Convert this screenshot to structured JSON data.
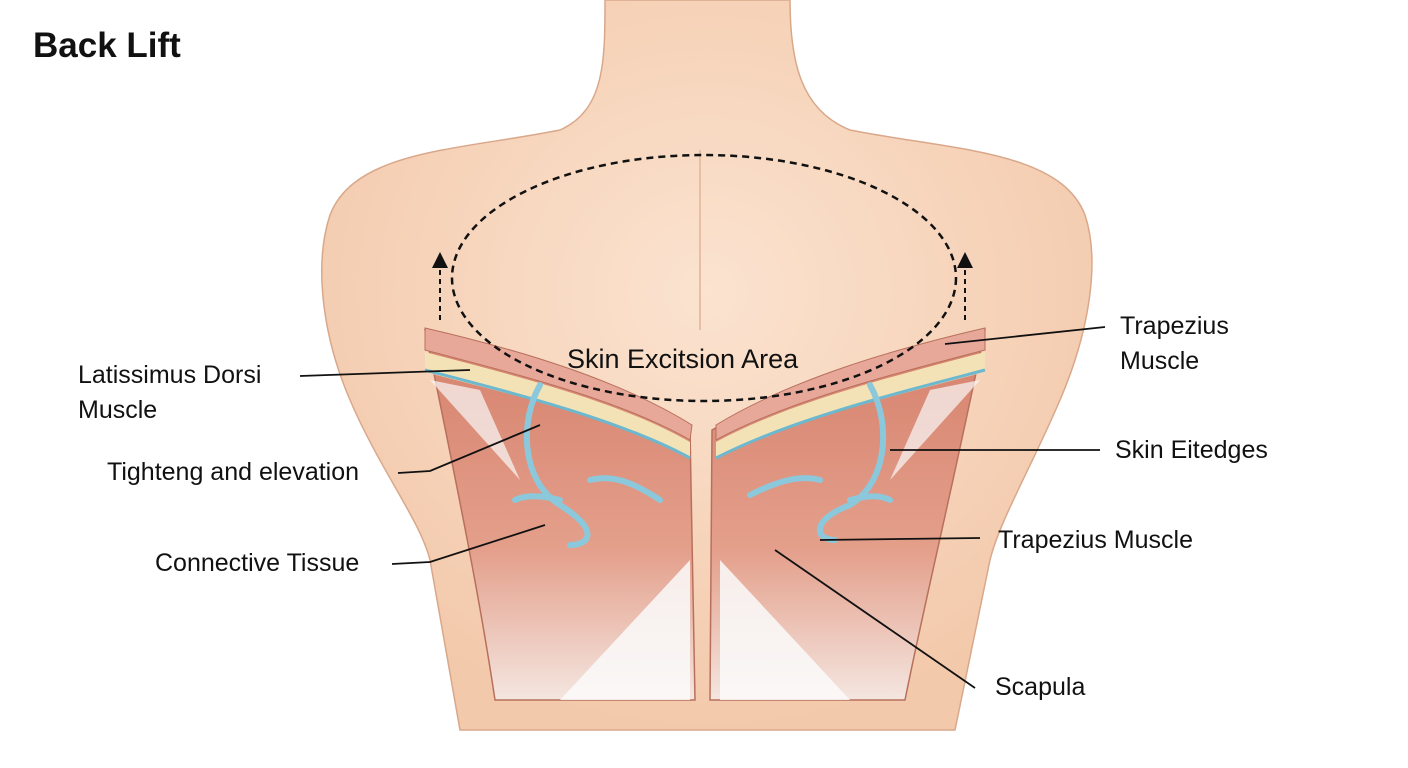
{
  "title": "Back Lift",
  "center_label": "Skin Excitsion Area",
  "labels": {
    "latissimus_line1": "Latissimus Dorsi",
    "latissimus_line2": "Muscle",
    "tightening": "Tighteng and elevation",
    "connective": "Connective Tissue",
    "trapezius_top_line1": "Trapezius",
    "trapezius_top_line2": "Muscle",
    "skin_edges": "Skin Eitedges",
    "trapezius_mid": "Trapezius Muscle",
    "scapula": "Scapula"
  },
  "colors": {
    "skin": "#f8dcc6",
    "muscle": "#d98b76",
    "arrow": "#8cc8dc",
    "fat": "#f3e2b5"
  }
}
